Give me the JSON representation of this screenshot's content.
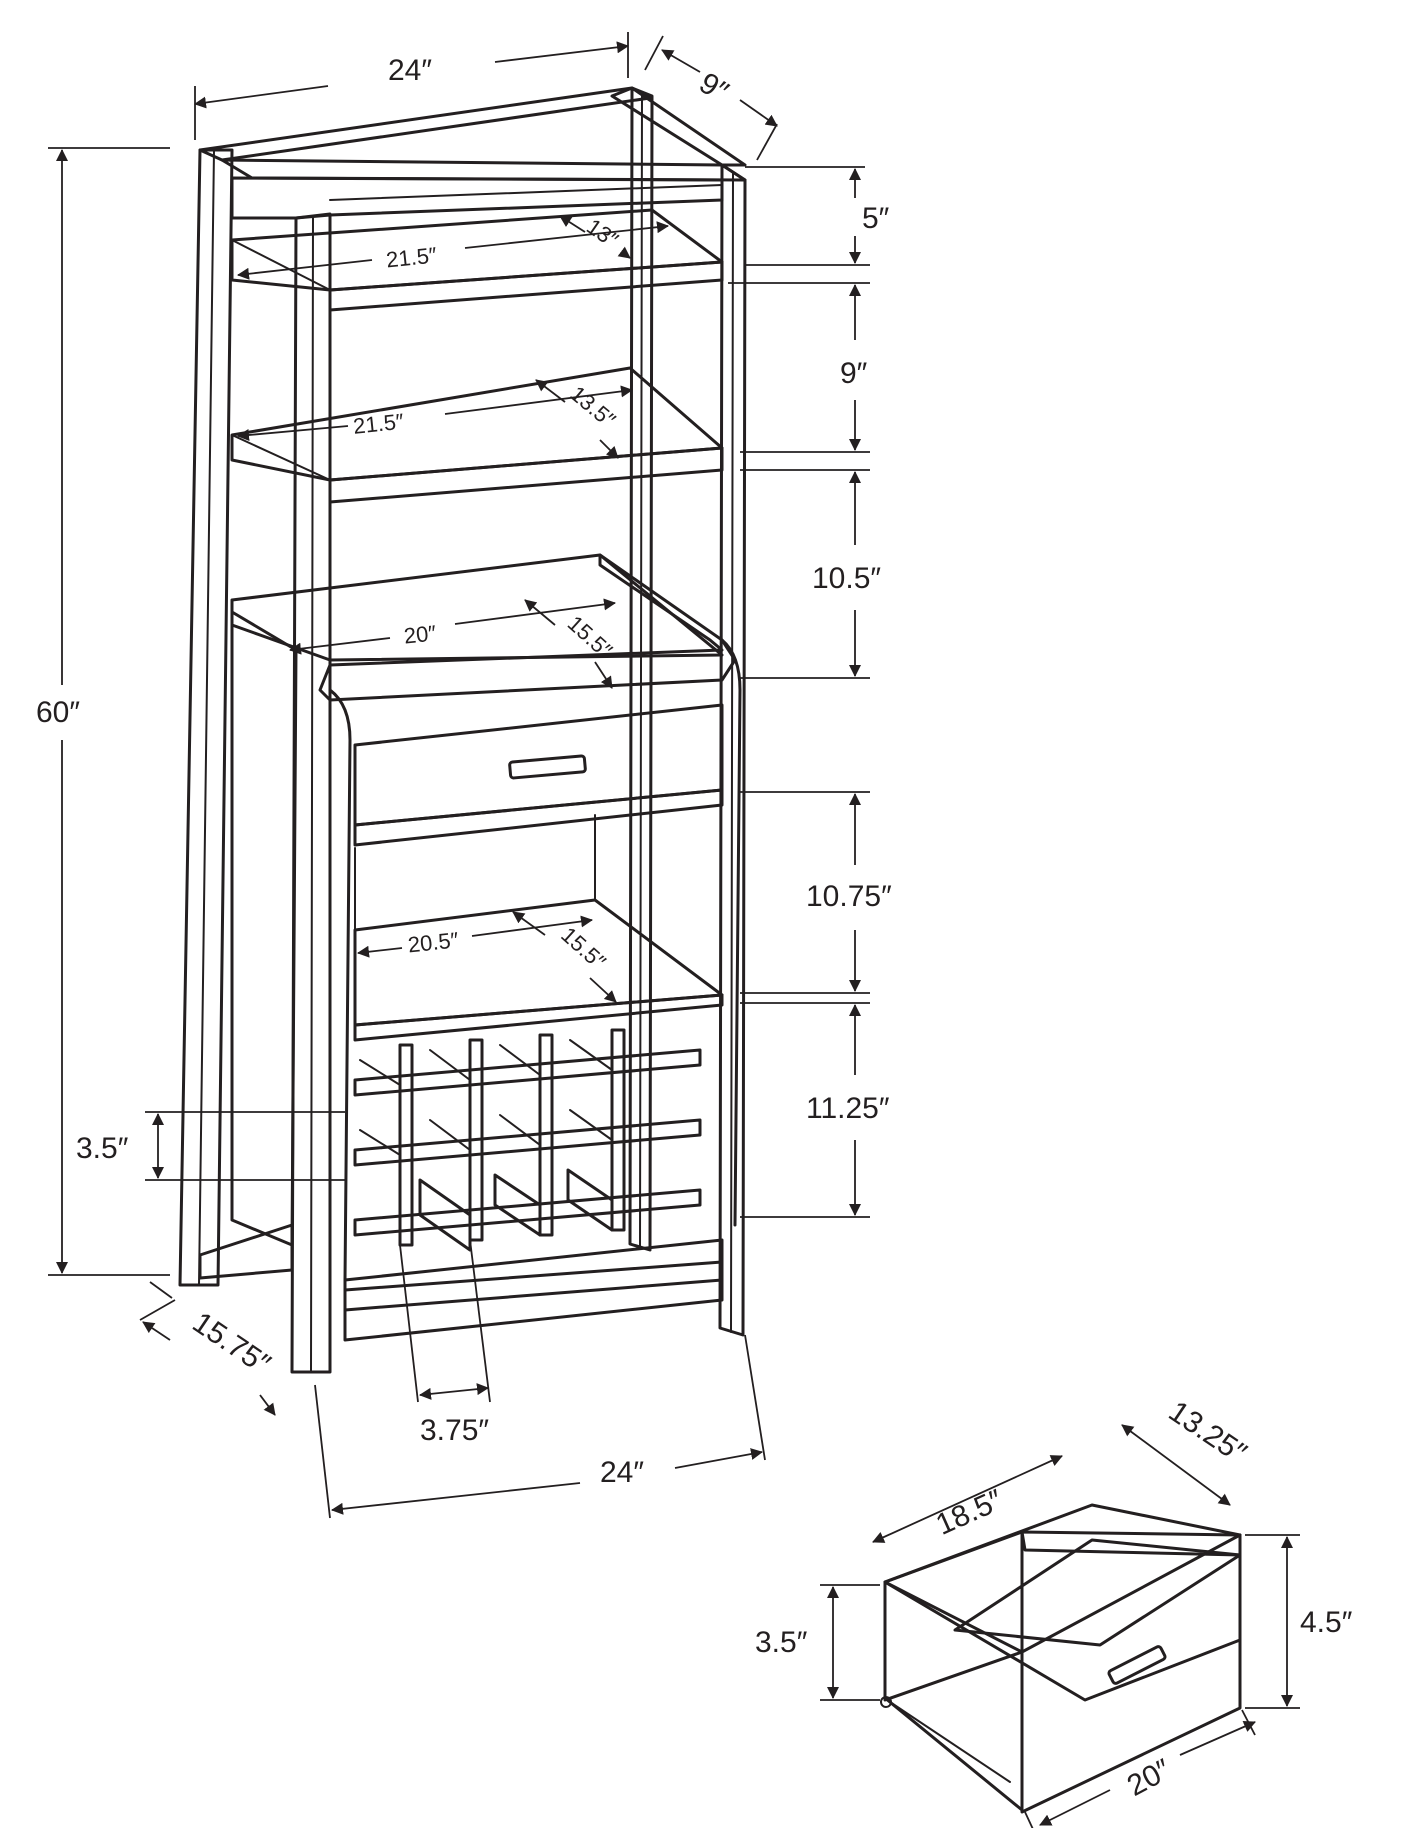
{
  "labels": {
    "top_width": "24″",
    "top_depth": "9″",
    "overall_height": "60″",
    "gap_top": "5″",
    "gap_shelf1": "9″",
    "gap_shelf2": "10.5″",
    "gap_drawer": "10.75″",
    "gap_rack": "11.25″",
    "shelf1_width": "21.5″",
    "shelf1_depth": "13″",
    "shelf2_width": "21.5″",
    "shelf2_depth": "13.5″",
    "counter_width": "20″",
    "counter_depth": "15.5″",
    "lower_width": "20.5″",
    "lower_depth": "15.5″",
    "rack_height": "3.5″",
    "rack_spacing": "3.75″",
    "base_depth": "15.75″",
    "base_width": "24″",
    "drawer_width": "18.5″",
    "drawer_depth": "13.25″",
    "drawer_inner_height": "3.5″",
    "drawer_outer_height": "4.5″",
    "drawer_front_width": "20″"
  }
}
